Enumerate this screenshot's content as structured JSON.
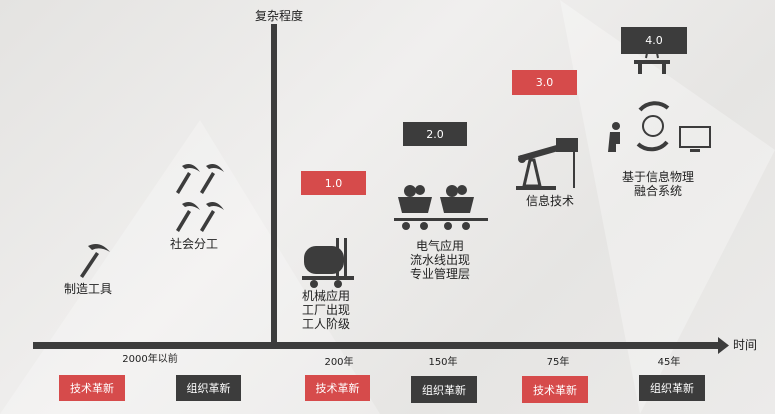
{
  "axes": {
    "y_label": "复杂程度",
    "x_label": "时间"
  },
  "stages": [
    {
      "version": "1.0",
      "color": "#d64b4b",
      "lines": [
        "机械应用",
        "工厂出现",
        "工人阶级"
      ]
    },
    {
      "version": "2.0",
      "color": "#3c3c3c",
      "lines": [
        "电气应用",
        "流水线出现",
        "专业管理层"
      ]
    },
    {
      "version": "3.0",
      "color": "#d64b4b",
      "lines": [
        "信息技术"
      ]
    },
    {
      "version": "4.0",
      "color": "#3c3c3c",
      "lines": [
        "基于信息物理",
        "融合系统"
      ]
    }
  ],
  "pre": [
    {
      "label": "制造工具"
    },
    {
      "label": "社会分工"
    }
  ],
  "periods": [
    "2000年以前",
    "200年",
    "150年",
    "75年",
    "45年"
  ],
  "innovations": [
    "技术革新",
    "组织革新",
    "技术革新",
    "组织革新",
    "技术革新",
    "组织革新"
  ],
  "colors": {
    "red": "#d64b4b",
    "dark": "#3c3c3c"
  }
}
